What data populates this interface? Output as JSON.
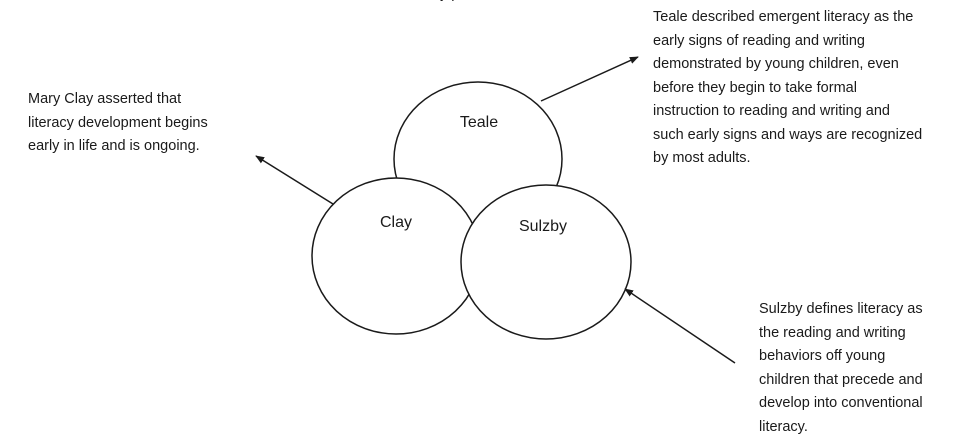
{
  "clipped_top_text": "y   p",
  "circles": {
    "teale": "Teale",
    "clay": "Clay",
    "sulzby": "Sulzby"
  },
  "notes": {
    "clay": [
      "Mary Clay asserted that",
      "literacy development begins",
      "early in life and is ongoing."
    ],
    "teale": [
      "Teale described emergent literacy as the",
      "early signs of reading and writing",
      "demonstrated by young children, even",
      "before they begin to take formal",
      "instruction to reading and writing and",
      "such early signs and ways are recognized",
      "by most adults."
    ],
    "sulzby": [
      "Sulzby defines literacy as",
      "the reading and writing",
      "behaviors off young",
      "children that precede and",
      "develop into conventional",
      "literacy."
    ]
  },
  "colors": {
    "stroke": "#1a1a1a",
    "background": "#ffffff"
  }
}
